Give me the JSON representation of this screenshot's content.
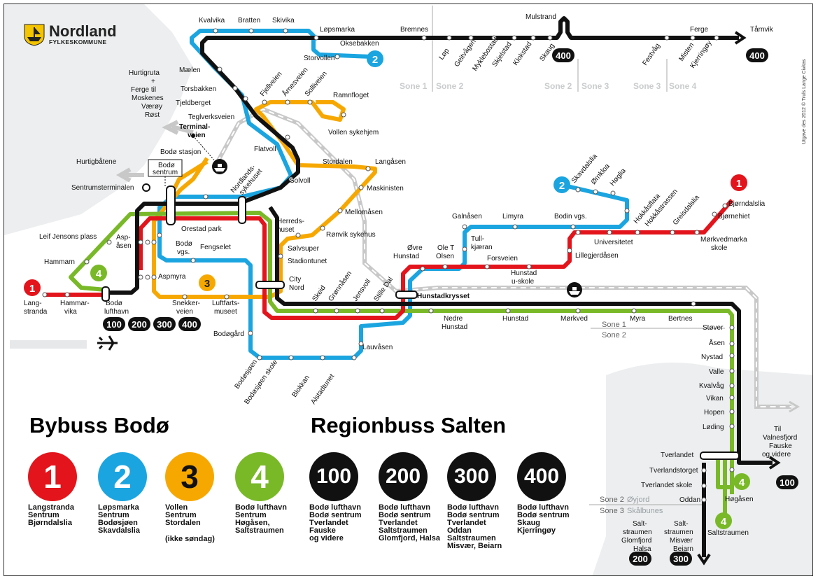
{
  "brand": {
    "name": "Nordland",
    "subtitle": "FYLKESKOMMUNE"
  },
  "credit": "Utgave des 2012 © Truls Lange Civitas",
  "colors": {
    "red": "#e3141b",
    "blue": "#1ba5e0",
    "yellow": "#f7a800",
    "green": "#79b928",
    "black": "#111111",
    "grey": "#c8c8c8"
  },
  "legend": {
    "bybuss_title": "Bybuss Bodø",
    "regionbuss_title": "Regionbuss Salten",
    "routes": [
      {
        "number": "1",
        "color": "#e3141b",
        "stops": [
          "Langstranda",
          "Sentrum",
          "Bjørndalslia"
        ]
      },
      {
        "number": "2",
        "color": "#1ba5e0",
        "stops": [
          "Løpsmarka",
          "Sentrum",
          "Bodøsjøen",
          "Skavdalslia"
        ]
      },
      {
        "number": "3",
        "color": "#f7a800",
        "stops": [
          "Vollen",
          "Sentrum",
          "Stordalen"
        ],
        "note": "(ikke søndag)"
      },
      {
        "number": "4",
        "color": "#79b928",
        "stops": [
          "Bodø lufthavn",
          "Sentrum",
          "Høgåsen,",
          "Saltstraumen"
        ]
      },
      {
        "number": "100",
        "color": "#111111",
        "stops": [
          "Bodø lufthavn",
          "Bodø sentrum",
          "Tverlandet",
          "Fauske",
          "og videre"
        ]
      },
      {
        "number": "200",
        "color": "#111111",
        "stops": [
          "Bodø lufthavn",
          "Bodø sentrum",
          "Tverlandet",
          "Saltstraumen",
          "Glomfjord, Halsa"
        ]
      },
      {
        "number": "300",
        "color": "#111111",
        "stops": [
          "Bodø lufthavn",
          "Bodø sentrum",
          "Tverlandet",
          "Oddan",
          "Saltstraumen",
          "Misvær, Beiarn"
        ]
      },
      {
        "number": "400",
        "color": "#111111",
        "stops": [
          "Bodø lufthavn",
          "Bodø sentrum",
          "Skaug",
          "Kjerringøy"
        ]
      }
    ]
  },
  "map": {
    "stops": {
      "kvalvika": "Kvalvika",
      "bratten": "Bratten",
      "skivika": "Skivika",
      "lopsmarka": "Løpsmarka",
      "bremnes": "Bremnes",
      "mulstrand": "Mulstrand",
      "ferge": "Ferge",
      "tarnvik": "Tårnvik",
      "oksebakken": "Oksebakken",
      "storvollen": "Storvollen",
      "lop": "Løp",
      "geitvagen": "Geitvågen",
      "myklebostad": "Myklebostad",
      "skjelstad": "Skjelstad",
      "klokstad": "Klokstad",
      "skaug": "Skaug",
      "festvag": "Festvåg",
      "misten": "Misten",
      "kjerringoy": "Kjerringøy",
      "maelen": "Mælen",
      "torsbakken": "Torsbakken",
      "tjeldberget": "Tjeldberget",
      "teglverksveien": "Teglverksveien",
      "fjellveien": "Fjellveien",
      "arnesveien": "Årnesveien",
      "solliveien": "Solliveien",
      "ramnfloget": "Ramnfloget",
      "vollen_sykehjem": "Vollen sykehjem",
      "hurtigruta": [
        "Hurtigruta",
        "+",
        "Ferge til",
        "Moskenes",
        "Værøy",
        "Røst"
      ],
      "terminalveien": [
        "Terminal-",
        "veien"
      ],
      "bodo_stasjon": "Bodø stasjon",
      "flatvoll": "Flatvoll",
      "solvoll": "Solvoll",
      "hurtigbatene": "Hurtigbåtene",
      "bodo_sentrum": [
        "Bodø",
        "sentrum"
      ],
      "sentrumsterminalen": "Sentrumsterminalen",
      "nordlandssykehuset": [
        "Nordlands-",
        "sykehuset"
      ],
      "stordalen": "Stordalen",
      "langasen": "Langåsen",
      "maskinisten": "Maskinisten",
      "mellomasen": "Mellomåsen",
      "ronvik": "Rønvik sykehus",
      "solvsuper": "Sølvsuper",
      "stadiontunet": "Stadiontunet",
      "city_nord": [
        "City",
        "Nord"
      ],
      "herredshuset": [
        "Herreds-",
        "huset"
      ],
      "leif_jensons": "Leif Jensons plass",
      "aspasen": [
        "Asp-",
        "åsen"
      ],
      "hammarn": "Hammarn",
      "orestad": "Orestad park",
      "bodo_vgs": [
        "Bodø",
        "vgs."
      ],
      "fengselet": "Fengselet",
      "aspmyra": "Aspmyra",
      "langstranda": [
        "Lang-",
        "stranda"
      ],
      "hammarvika": [
        "Hammar-",
        "vika"
      ],
      "bodo_lufthavn": [
        "Bodø",
        "lufthavn"
      ],
      "snekkerveien": [
        "Snekker-",
        "veien"
      ],
      "luftfartsmuseet": [
        "Luftfarts-",
        "museet"
      ],
      "bodogard": "Bodøgård",
      "bodosjoen": "Bodøsjøen",
      "bodosjoen_skole": "Bodøsjøen skole",
      "blokkan": "Blokkan",
      "alstadtunet": "Alstadtunet",
      "lauvasen": "Lauvåsen",
      "skeid": "Skeid",
      "gronnasen": "Grønnåsen",
      "jensvoll": "Jensvoll",
      "stille_dal": "Stille Dal",
      "ovre_hunstad": [
        "Øvre",
        "Hunstad"
      ],
      "ole_t_olsen": [
        "Ole T",
        "Olsen"
      ],
      "tullkjaeran": [
        "Tull-",
        "kjæran"
      ],
      "forsveien": "Forsveien",
      "hunstad_uskole": [
        "Hunstad",
        "u-skole"
      ],
      "galnasen": "Galnåsen",
      "limyra": "Limyra",
      "bodin_vgs": "Bodin vgs.",
      "skavdalslia": "Skavdalslia",
      "ornkloa": "Ørnkloa",
      "hoglia": "Høglia",
      "hokkasflata": "Hokkåsflata",
      "hokkastrassen": "Hokkåstrassen",
      "greisdalslia": "Greisdalslia",
      "universitetet": "Universitetet",
      "lillegjerdasen": "Lillegjerdåsen",
      "bjorndalslia": "Bjørndalslia",
      "bjornehiet": "Bjørnehiet",
      "morkvedmarka": [
        "Mørkvedmarka",
        "skole"
      ],
      "hunstadkrysset": "Hunstadkrysset",
      "nedre_hunstad": [
        "Nedre",
        "Hunstad"
      ],
      "hunstad": "Hunstad",
      "morkved": "Mørkved",
      "myra": "Myra",
      "bertnes": "Bertnes",
      "stover": "Støver",
      "asen": "Åsen",
      "nystad": "Nystad",
      "valle": "Valle",
      "kvalvag": "Kvalvåg",
      "vikan": "Vikan",
      "hopen": "Hopen",
      "loding": "Løding",
      "til_valnesfjord": [
        "Til",
        "Valnesfjord",
        "Fauske",
        "og videre"
      ],
      "tverlandet": "Tverlandet",
      "tverlandstorget": "Tverlandstorget",
      "tverlandet_skole": "Tverlandet skole",
      "oddan": "Oddan",
      "hogasen": "Høgåsen",
      "saltstraumen": "Saltstraumen",
      "salt_glomfjord": [
        "Salt-",
        "straumen",
        "Glomfjord",
        "Halsa"
      ],
      "salt_misvar": [
        "Salt-",
        "straumen",
        "Misvær",
        "Beiarn"
      ]
    },
    "zones": {
      "sone1": "Sone 1",
      "sone2": "Sone 2",
      "sone3": "Sone 3",
      "sone4": "Sone 4",
      "sone2_oyjord": "Sone 2",
      "oyjord": "Øyjord",
      "sone3_skalbunes": "Sone 3",
      "skalbunes": "Skålbunes"
    },
    "badges": {
      "b100": "100",
      "b200": "200",
      "b300": "300",
      "b400": "400",
      "r1": "1",
      "r2": "2",
      "r3": "3",
      "r4": "4"
    }
  }
}
